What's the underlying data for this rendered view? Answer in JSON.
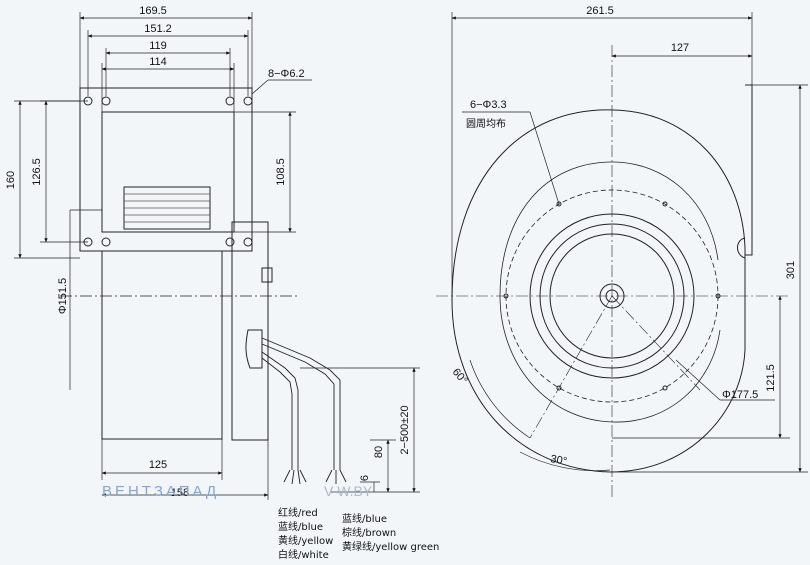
{
  "left_view": {
    "dims": {
      "w169_5": "169.5",
      "w151_2": "151.2",
      "w119": "119",
      "w114": "114",
      "holes": "8−Φ6.2",
      "h160": "160",
      "h126_5": "126.5",
      "h108_5": "108.5",
      "d151_5": "Φ151.5",
      "w125": "125",
      "w158": "158",
      "lead": "2−500±20",
      "h80": "80",
      "h6": "6"
    },
    "wires_left": [
      "红线/red",
      "蓝线/blue",
      "黄线/yellow",
      "白线/white"
    ],
    "wires_right": [
      "蓝线/blue",
      "棕线/brown",
      "黄绿线/yellow  green"
    ]
  },
  "right_view": {
    "dims": {
      "w261_5": "261.5",
      "w127": "127",
      "holes": "6−Φ3.3",
      "holes_note": "圆周均布",
      "h301": "301",
      "h121_5": "121.5",
      "d177_5": "Φ177.5",
      "a60": "60°",
      "a30": "30°"
    }
  },
  "watermark": {
    "brand": "ВЕНТЗАПАД",
    "site": "V-W.BY"
  }
}
